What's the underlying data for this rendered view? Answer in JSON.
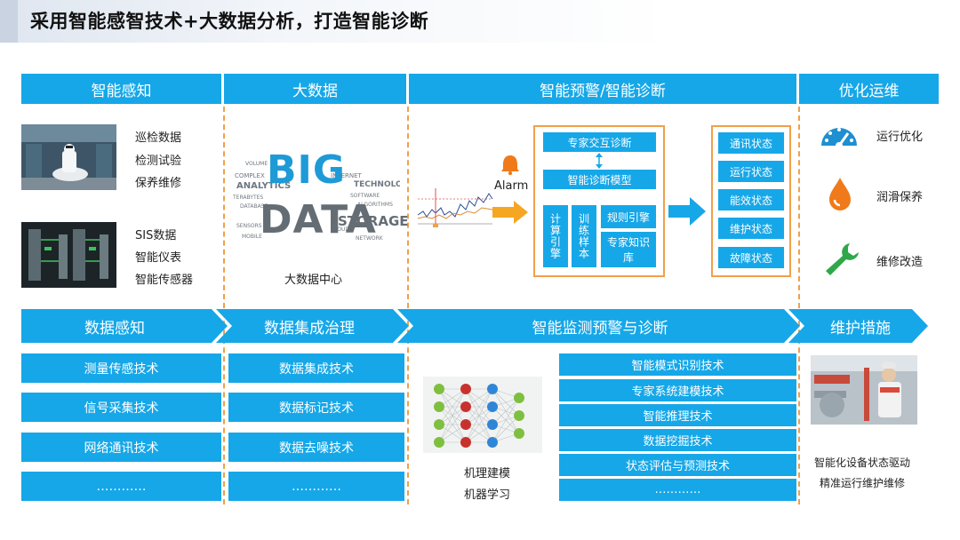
{
  "title": "采用智能感智技术+大数据分析，打造智能诊断",
  "top_headers": [
    "智能感知",
    "大数据",
    "智能预警/智能诊断",
    "优化运维"
  ],
  "perception": {
    "group1": [
      "巡检数据",
      "检测试验",
      "保养维修"
    ],
    "group2": [
      "SIS数据",
      "智能仪表",
      "智能传感器"
    ]
  },
  "bigdata": {
    "word_big": "BIG",
    "word_data": "DATA",
    "caption": "大数据中心"
  },
  "alarm": {
    "label": "Alarm"
  },
  "diagnosis": {
    "expert_interaction": "专家交互诊断",
    "model": "智能诊断模型",
    "calc_engine": "计算引擎",
    "training_samples": "训练样本",
    "rule_engine": "规则引擎",
    "knowledge_base": "专家知识库"
  },
  "states": [
    "通讯状态",
    "运行状态",
    "能效状态",
    "维护状态",
    "故障状态"
  ],
  "operations": [
    "运行优化",
    "润滑保养",
    "维修改造"
  ],
  "chevrons": [
    "数据感知",
    "数据集成治理",
    "智能监测预警与诊断",
    "维护措施"
  ],
  "tech_col1": [
    "测量传感技术",
    "信号采集技术",
    "网络通讯技术",
    "…………"
  ],
  "tech_col2": [
    "数据集成技术",
    "数据标记技术",
    "数据去噪技术",
    "…………"
  ],
  "tech_col3": [
    "智能模式识别技术",
    "专家系统建模技术",
    "智能推理技术",
    "数据挖掘技术",
    "状态评估与预测技术",
    "…………"
  ],
  "ml_caption": [
    "机理建模",
    "机器学习"
  ],
  "maintenance_caption": [
    "智能化设备状态驱动",
    "精准运行维护维修"
  ],
  "colors": {
    "accent": "#16a7e8",
    "dash": "#f0a04b",
    "alarm": "#f07a1a",
    "green": "#2ea84a"
  },
  "icons": [
    "gauge-icon",
    "oil-drop-icon",
    "wrench-icon",
    "alarm-bell-icon",
    "arrow-right-icon"
  ]
}
